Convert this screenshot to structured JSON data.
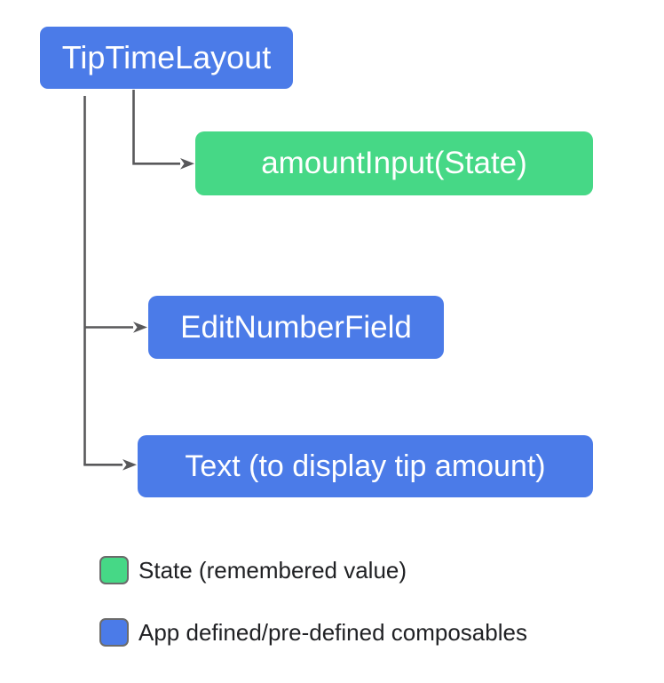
{
  "colors": {
    "state_green": "#46d886",
    "composable_blue": "#4b7be8",
    "connector_gray": "#58585a",
    "legend_border": "#6b6b6b",
    "legend_text": "#202124",
    "box_text": "#ffffff",
    "canvas_bg": "#ffffff"
  },
  "nodes": {
    "root": {
      "label": "TipTimeLayout",
      "type": "composable"
    },
    "amount_input": {
      "label": "amountInput(State)",
      "type": "state"
    },
    "edit_number_field": {
      "label": "EditNumberField",
      "type": "composable"
    },
    "text_display": {
      "label": "Text (to display tip amount)",
      "type": "composable"
    }
  },
  "legend": {
    "state": {
      "label": "State (remembered value)",
      "swatch_color": "#46d886"
    },
    "composables": {
      "label": "App defined/pre-defined composables",
      "swatch_color": "#4b7be8"
    }
  }
}
